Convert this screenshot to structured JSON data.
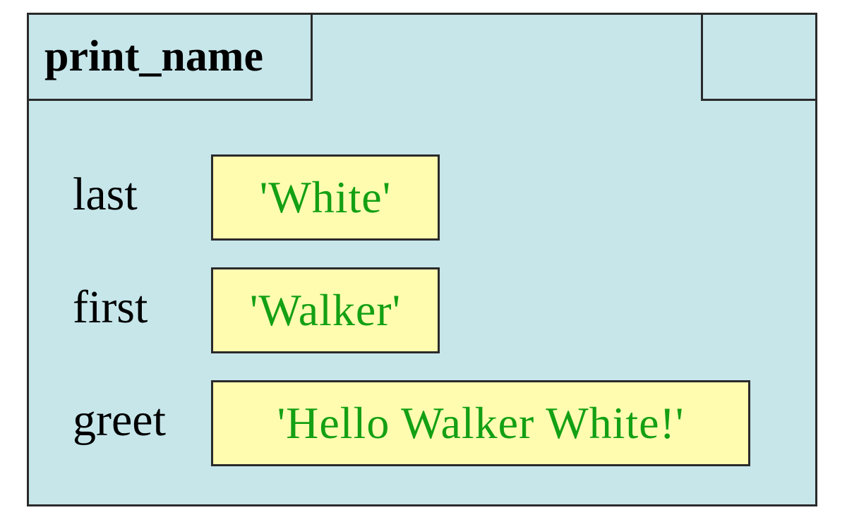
{
  "frame": {
    "function_name": "print_name",
    "variables": [
      {
        "name": "last",
        "value": "'White'"
      },
      {
        "name": "first",
        "value": "'Walker'"
      },
      {
        "name": "greet",
        "value": "'Hello Walker White!'"
      }
    ]
  },
  "colors": {
    "frame_background": "#c6e6ea",
    "value_background": "#fffcb0",
    "value_text": "#14a014",
    "border": "#2a2a2a"
  }
}
